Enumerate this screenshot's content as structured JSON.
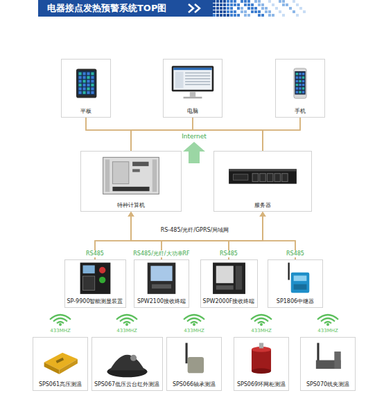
{
  "diagram": {
    "title": "电器接点发热预警系统TOP图",
    "nodes": [
      {
        "text": [
          "平板"
        ]
      },
      {
        "text": [
          "电脑"
        ]
      },
      {
        "text": [
          "手机"
        ]
      },
      {
        "text": [
          "特种计算机"
        ]
      },
      {
        "text": [
          "服务器"
        ]
      },
      {
        "text": [
          "SP-9900智能测显装置"
        ]
      },
      {
        "text": [
          "SPW2100接收终端"
        ]
      },
      {
        "text": [
          "SPW2000F接收终端"
        ]
      },
      {
        "text": [
          "SP1806中继器"
        ]
      },
      {
        "text": [
          "SPS061高压测温"
        ]
      },
      {
        "text": [
          "SPS067低压云台红外测温"
        ]
      },
      {
        "text": [
          "SPS066轴承测温"
        ]
      },
      {
        "text": [
          "SPS069环网柜测温"
        ]
      },
      {
        "text": [
          "SPS070线夹测温"
        ]
      }
    ],
    "edges": [
      {
        "from": 3,
        "to": 0,
        "arrow": "none"
      },
      {
        "from": 3,
        "to": 1,
        "arrow": "none"
      },
      {
        "from": 3,
        "to": 2,
        "arrow": "none"
      },
      {
        "from": 4,
        "to": 0,
        "arrow": "none"
      },
      {
        "from": 4,
        "to": 1,
        "arrow": "none"
      },
      {
        "from": 4,
        "to": 2,
        "arrow": "none"
      },
      {
        "from": 5,
        "to": 3,
        "arrow": "to"
      },
      {
        "from": 5,
        "to": 4,
        "arrow": "to"
      },
      {
        "from": 6,
        "to": 3,
        "arrow": "to"
      },
      {
        "from": 6,
        "to": 4,
        "arrow": "to"
      },
      {
        "from": 7,
        "to": 3,
        "arrow": "to"
      },
      {
        "from": 7,
        "to": 4,
        "arrow": "to"
      },
      {
        "from": 8,
        "to": 3,
        "arrow": "to"
      },
      {
        "from": 8,
        "to": 4,
        "arrow": "to"
      }
    ],
    "labels": [
      "Internet",
      "RS-485/光纤/GPRS/局域网",
      "RS485",
      "RS485/光纤/大功率RF",
      "RS485",
      "RS485",
      "433MHZ",
      "433MHZ",
      "433MHZ",
      "433MHZ",
      "433MHZ"
    ]
  }
}
